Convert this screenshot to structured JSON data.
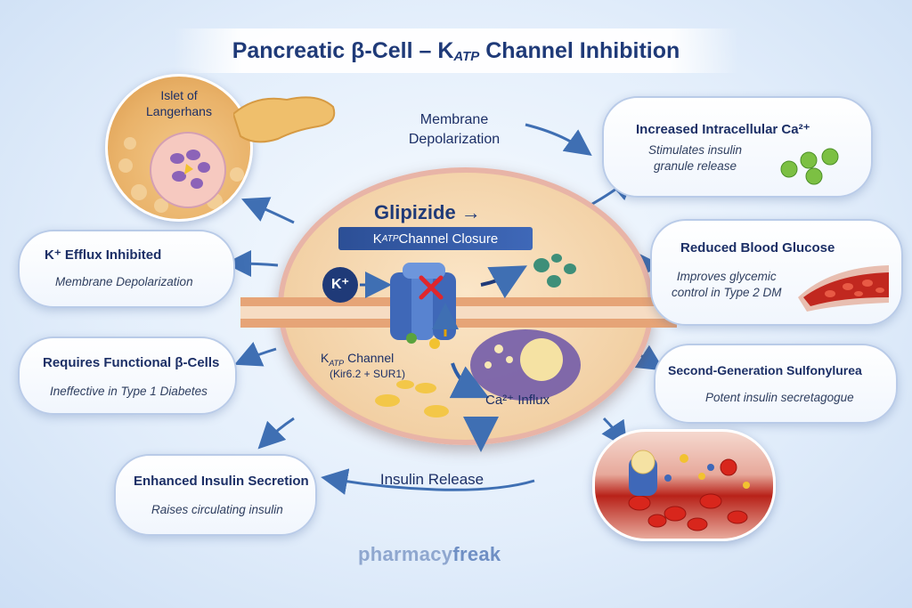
{
  "title": {
    "main": "Pancreatic β-Cell – K",
    "sub": "ATP",
    "tail": " Channel Inhibition"
  },
  "islet_label": "Islet of\nLangerhans",
  "membrane_depolarization_label": "Membrane\nDepolarization",
  "center": {
    "drug": "Glipizide →",
    "closure_k": "K",
    "closure_sub": "ATP",
    "closure_tail": " Channel Closure",
    "k_ion": "K⁺",
    "channel_label_k": "K",
    "channel_label_sub": "ATP",
    "channel_label_tail": " Channel",
    "channel_subunits": "(Kir6.2 + SUR1)",
    "ca_influx": "Ca²⁺ Influx"
  },
  "insulin_release_label": "Insulin Release",
  "cards": {
    "k_efflux": {
      "title": "K⁺ Efflux Inhibited",
      "sub": "Membrane Depolarization"
    },
    "functional": {
      "title": "Requires Functional β-Cells",
      "sub": "Ineffective in Type 1 Diabetes"
    },
    "enhanced": {
      "title": "Enhanced Insulin Secretion",
      "sub": "Raises circulating insulin"
    },
    "calcium": {
      "title": "Increased Intracellular Ca²⁺",
      "sub": "Stimulates insulin\ngranule release"
    },
    "glucose": {
      "title": "Reduced Blood Glucose",
      "sub": "Improves glycemic\ncontrol in Type 2 DM"
    },
    "sulfonylurea": {
      "title": "Second-Generation Sulfonylurea",
      "sub": "Potent insulin secretagogue"
    }
  },
  "logo": {
    "part1": "pharmacy",
    "part2": "freak"
  },
  "colors": {
    "title": "#1f3a78",
    "accent_blue": "#2d5ea8",
    "membrane": "#d7925f",
    "channel": "#3f68b8",
    "block_red": "#e0262c",
    "insulin_green": "#4caf50",
    "blood_red": "#c1281f",
    "logo": "#8fa7cf"
  }
}
